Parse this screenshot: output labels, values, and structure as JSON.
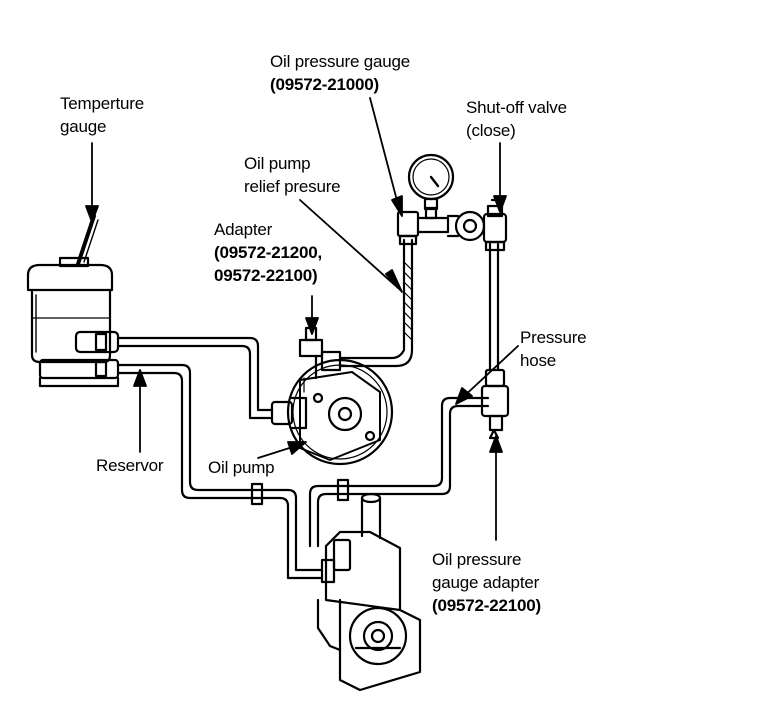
{
  "labels": {
    "temperature_gauge": {
      "line1": "Temperture",
      "line2": "gauge"
    },
    "oil_pressure_gauge": {
      "name": "Oil pressure gauge",
      "part": "(09572-21000)"
    },
    "shutoff_valve": {
      "line1": "Shut-off valve",
      "line2": "(close)"
    },
    "oil_pump_relief": {
      "line1": "Oil pump",
      "line2": "relief presure"
    },
    "adapter": {
      "name": "Adapter",
      "part1": "(09572-21200,",
      "part2": "09572-22100)"
    },
    "pressure_hose": {
      "line1": "Pressure",
      "line2": "hose"
    },
    "reservoir": {
      "text": "Reservor"
    },
    "oil_pump": {
      "text": "Oil pump"
    },
    "gauge_adapter": {
      "line1": "Oil pressure",
      "line2": "gauge adapter",
      "part": "(09572-22100)"
    }
  },
  "colors": {
    "ink": "#000000",
    "paper": "#ffffff"
  }
}
